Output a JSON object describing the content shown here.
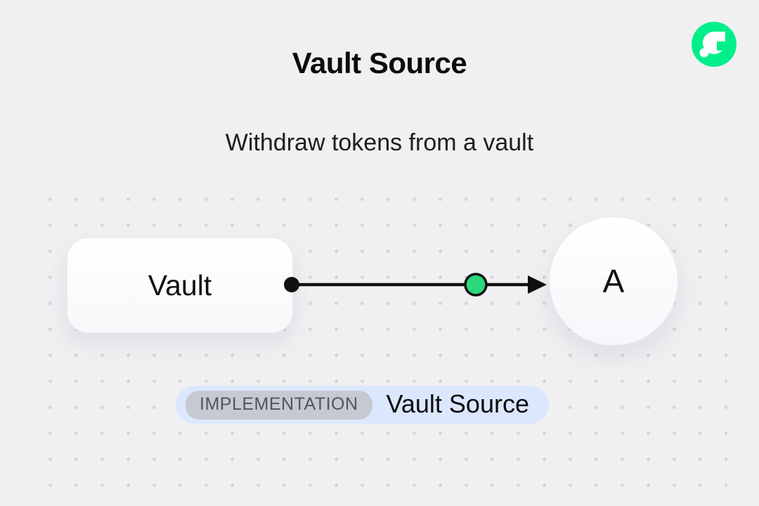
{
  "header": {
    "title": "Vault Source",
    "subtitle": "Withdraw tokens from a vault"
  },
  "logo": {
    "name": "flow-logo"
  },
  "colors": {
    "flow_green": "#00ef8b",
    "connector_green": "#2bd87b",
    "line_black": "#111111",
    "badge_bg": "#dbe7fc",
    "tag_bg": "#c5cad1"
  },
  "diagram": {
    "vault_node_label": "Vault",
    "account_node_label": "A"
  },
  "badge": {
    "tag": "IMPLEMENTATION",
    "label": "Vault Source"
  }
}
